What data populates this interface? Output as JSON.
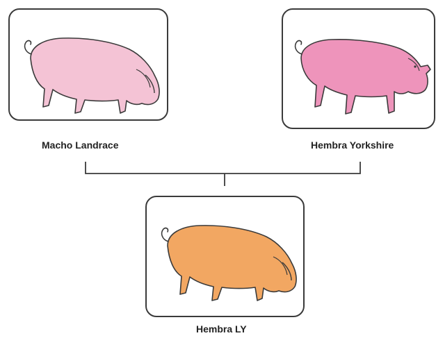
{
  "parents": [
    {
      "label": "Macho Landrace",
      "icon": "pig-icon",
      "color": "#f4c3d5"
    },
    {
      "label": "Hembra Yorkshire",
      "icon": "pig-icon",
      "color": "#ee94bb"
    }
  ],
  "offspring": {
    "label": "Hembra LY",
    "icon": "pig-icon",
    "color": "#f2a762"
  },
  "outline_color": "#3a3a3a"
}
